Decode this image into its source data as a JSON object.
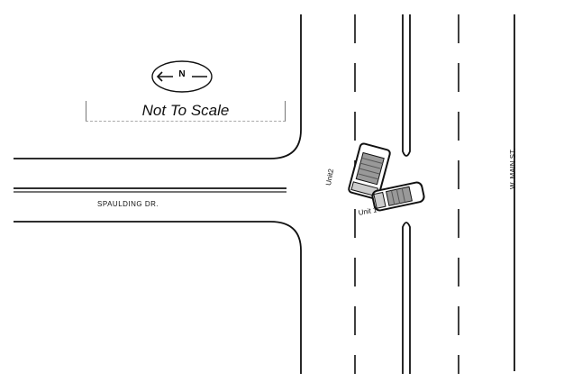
{
  "north_arrow": {
    "letter": "N"
  },
  "scale_note": "Not To Scale",
  "streets": {
    "horizontal": "SPAULDING DR.",
    "vertical": "W. MAIN ST."
  },
  "vehicles": {
    "unit2": "Unit2",
    "unit1": "Unit 1"
  }
}
